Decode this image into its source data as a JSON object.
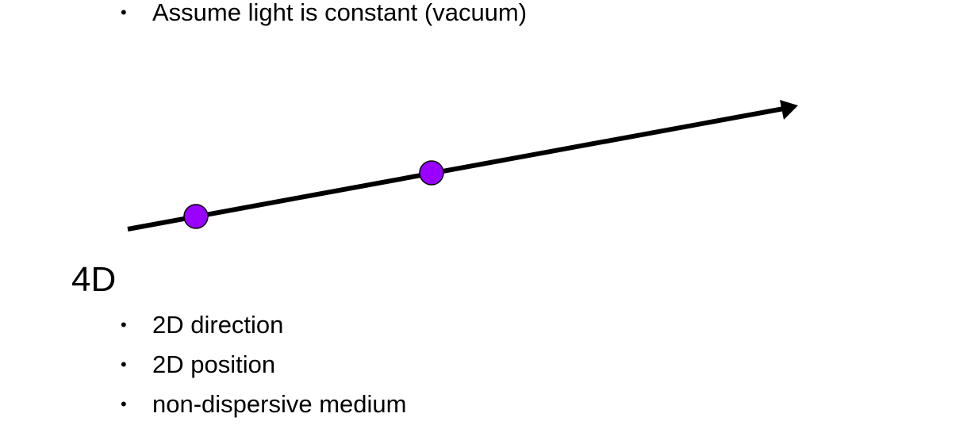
{
  "top_bullets": [
    {
      "text": "Assume light is constant (vacuum)"
    }
  ],
  "heading": "4D",
  "bullets": [
    {
      "text": "2D direction"
    },
    {
      "text": "2D position"
    },
    {
      "text": "non-dispersive medium"
    }
  ],
  "bullet_glyph": "•",
  "colors": {
    "ray": "#000000",
    "point_fill": "#9900ff",
    "point_stroke": "#000000"
  }
}
